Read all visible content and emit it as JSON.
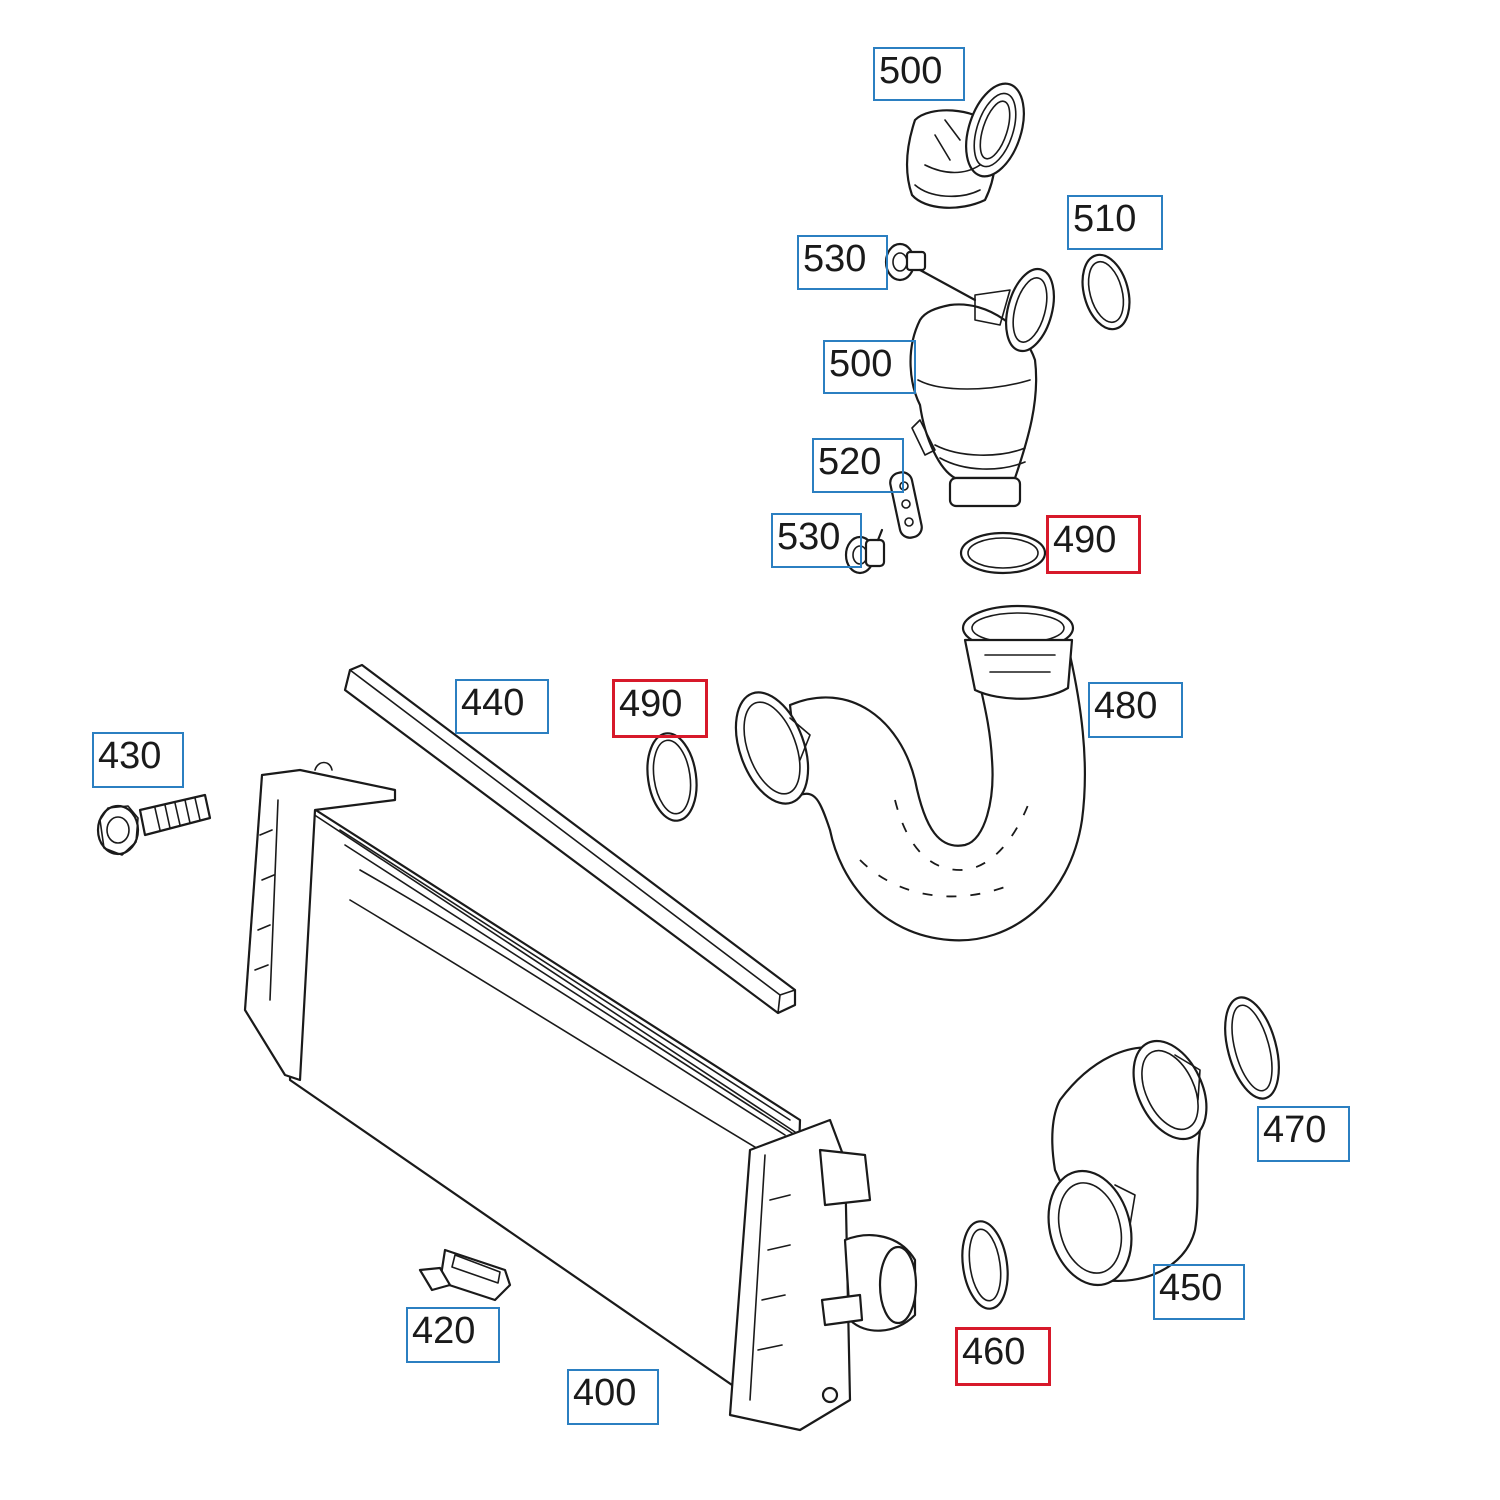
{
  "diagram": {
    "callouts": [
      {
        "id": "c500a",
        "label": "500",
        "style": "blue"
      },
      {
        "id": "c510",
        "label": "510",
        "style": "blue"
      },
      {
        "id": "c530a",
        "label": "530",
        "style": "blue"
      },
      {
        "id": "c500b",
        "label": "500",
        "style": "blue"
      },
      {
        "id": "c520",
        "label": "520",
        "style": "blue"
      },
      {
        "id": "c530b",
        "label": "530",
        "style": "blue"
      },
      {
        "id": "c490a",
        "label": "490",
        "style": "red"
      },
      {
        "id": "c440",
        "label": "440",
        "style": "blue"
      },
      {
        "id": "c490b",
        "label": "490",
        "style": "red"
      },
      {
        "id": "c480",
        "label": "480",
        "style": "blue"
      },
      {
        "id": "c430",
        "label": "430",
        "style": "blue"
      },
      {
        "id": "c470",
        "label": "470",
        "style": "blue"
      },
      {
        "id": "c450",
        "label": "450",
        "style": "blue"
      },
      {
        "id": "c420",
        "label": "420",
        "style": "blue"
      },
      {
        "id": "c460",
        "label": "460",
        "style": "red"
      },
      {
        "id": "c400",
        "label": "400",
        "style": "blue"
      }
    ],
    "colors": {
      "callout_border": "#2b7fc1",
      "highlight_border": "#d7192a",
      "line_art": "#1a1a1a",
      "background": "#ffffff"
    }
  }
}
